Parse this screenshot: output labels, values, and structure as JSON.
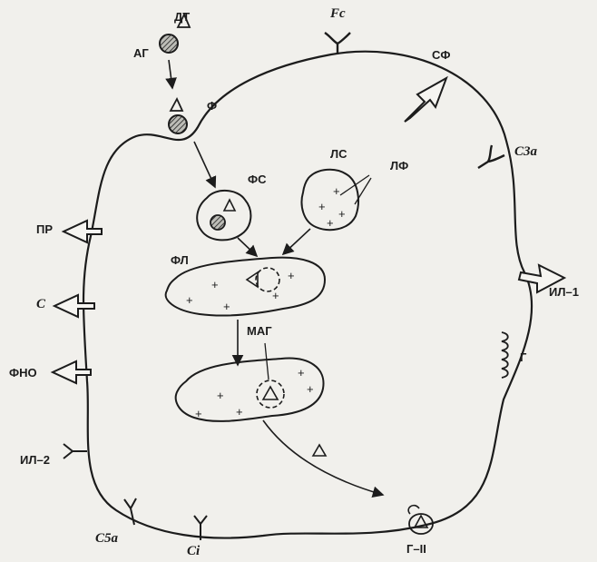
{
  "labels": {
    "dt": "ДТ",
    "ag": "АГ",
    "f": "Ф",
    "fc": "Fc",
    "sf": "СФ",
    "c3a": "С3а",
    "fs": "ФС",
    "ls": "ЛС",
    "lf": "ЛФ",
    "pr": "ПР",
    "fl": "ФЛ",
    "c": "С",
    "il1": "ИЛ–1",
    "mag": "МАГ",
    "g": "Г",
    "fno": "ФНО",
    "il2": "ИЛ–2",
    "c5a": "С5а",
    "ci": "Сi",
    "g2": "Г–II"
  },
  "colors": {
    "ink": "#1c1c1c",
    "paper": "#f1f0ec"
  }
}
